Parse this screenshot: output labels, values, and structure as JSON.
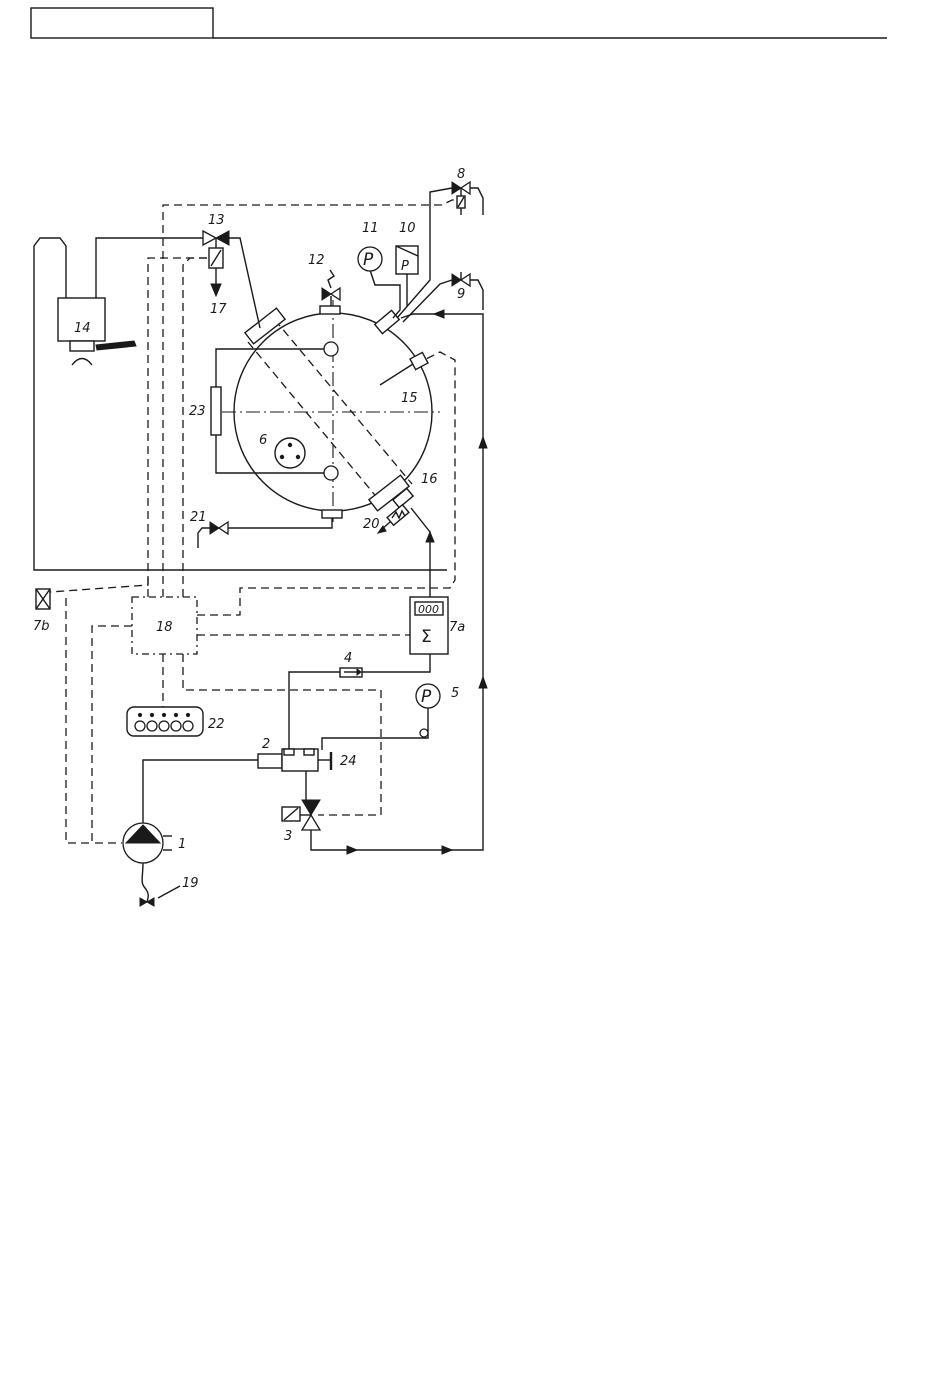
{
  "header": {
    "box_text": ""
  },
  "labels": {
    "l1": "1",
    "l2": "2",
    "l3": "3",
    "l4": "4",
    "l5": "5",
    "l6": "6",
    "l7a": "7a",
    "l7b": "7b",
    "l8": "8",
    "l9": "9",
    "l10": "10",
    "l11": "11",
    "l12": "12",
    "l13": "13",
    "l14": "14",
    "l15": "15",
    "l16": "16",
    "l17": "17",
    "l18": "18",
    "l19": "19",
    "l20": "20",
    "l21": "21",
    "l22": "22",
    "l23": "23",
    "l24": "24"
  },
  "symbols": {
    "gauge_5": "P",
    "gauge_11": "P",
    "switch_10": "P",
    "counter_display": "000",
    "counter_sigma": "Σ"
  }
}
